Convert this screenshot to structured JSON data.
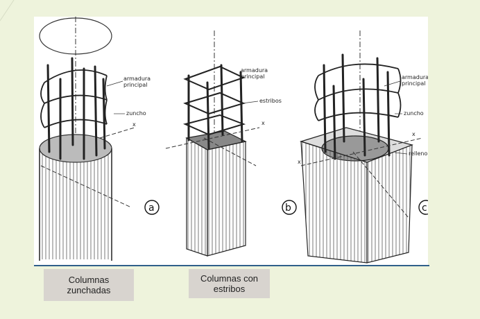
{
  "figures": [
    {
      "letter": "a",
      "labels": {
        "main_reinforcement": "armadura\nprincipal",
        "spiral": "zuncho"
      }
    },
    {
      "letter": "b",
      "labels": {
        "main_reinforcement": "armadura\nprincipal",
        "stirrups": "estribos"
      }
    },
    {
      "letter": "c",
      "labels": {
        "main_reinforcement": "armadura\nprincipal",
        "spiral": "zuncho",
        "fill": "relleno"
      }
    }
  ],
  "axis_labels": {
    "x": "x"
  },
  "captions": [
    {
      "text": "Columnas\nzunchadas"
    },
    {
      "text": "Columnas con\nestribos"
    }
  ],
  "colors": {
    "background": "#eef3dc",
    "rule": "#2f5f8a",
    "caption_bg": "#d8d4cf"
  }
}
